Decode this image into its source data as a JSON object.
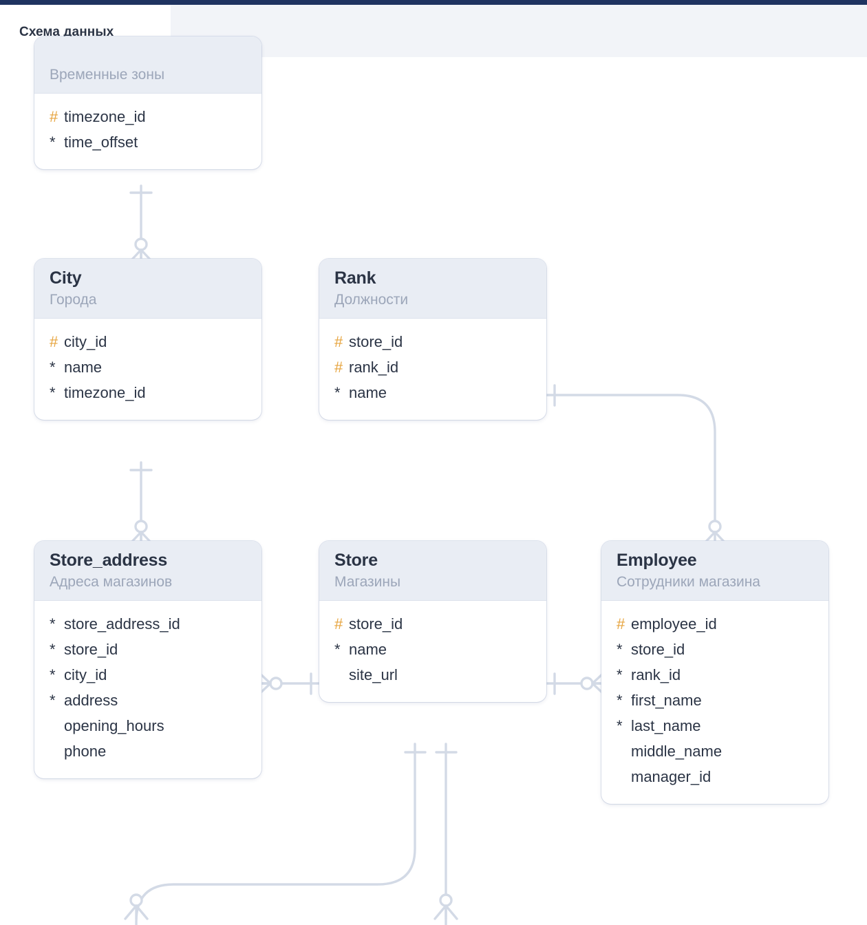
{
  "app": {
    "tab_label": "Схема данных",
    "accent_navy": "#1F3360",
    "header_bg": "#F2F4F8",
    "card_header_bg": "#E9EDF4",
    "pk_color": "#E6A33C",
    "text_color": "#2B3445",
    "caption_color": "#9CA6B9",
    "edge_color": "#D3DAE6"
  },
  "diagram": {
    "type": "er-diagram",
    "notation": "crows-foot",
    "entities": [
      {
        "id": "timezone",
        "name": "",
        "caption": "Временные зоны",
        "clipped_top": true,
        "fields": [
          {
            "mark": "#",
            "kind": "pk",
            "name": "timezone_id"
          },
          {
            "mark": "*",
            "kind": "nn",
            "name": "time_offset"
          }
        ]
      },
      {
        "id": "city",
        "name": "City",
        "caption": "Города",
        "fields": [
          {
            "mark": "#",
            "kind": "pk",
            "name": "city_id"
          },
          {
            "mark": "*",
            "kind": "nn",
            "name": "name"
          },
          {
            "mark": "*",
            "kind": "nn",
            "name": "timezone_id"
          }
        ]
      },
      {
        "id": "rank",
        "name": "Rank",
        "caption": "Должности",
        "fields": [
          {
            "mark": "#",
            "kind": "pk",
            "name": "store_id"
          },
          {
            "mark": "#",
            "kind": "pk",
            "name": "rank_id"
          },
          {
            "mark": "*",
            "kind": "nn",
            "name": "name"
          }
        ]
      },
      {
        "id": "store_address",
        "name": "Store_address",
        "caption": "Адреса магазинов",
        "fields": [
          {
            "mark": "*",
            "kind": "nn",
            "name": "store_address_id"
          },
          {
            "mark": "*",
            "kind": "nn",
            "name": "store_id"
          },
          {
            "mark": "*",
            "kind": "nn",
            "name": "city_id"
          },
          {
            "mark": "*",
            "kind": "nn",
            "name": "address"
          },
          {
            "mark": " ",
            "kind": "opt",
            "name": "opening_hours"
          },
          {
            "mark": " ",
            "kind": "opt",
            "name": "phone"
          }
        ]
      },
      {
        "id": "store",
        "name": "Store",
        "caption": "Магазины",
        "fields": [
          {
            "mark": "#",
            "kind": "pk",
            "name": "store_id"
          },
          {
            "mark": "*",
            "kind": "nn",
            "name": "name"
          },
          {
            "mark": " ",
            "kind": "opt",
            "name": "site_url"
          }
        ]
      },
      {
        "id": "employee",
        "name": "Employee",
        "caption": "Сотрудники магазина",
        "fields": [
          {
            "mark": "#",
            "kind": "pk",
            "name": "employee_id"
          },
          {
            "mark": "*",
            "kind": "nn",
            "name": "store_id"
          },
          {
            "mark": "*",
            "kind": "nn",
            "name": "rank_id"
          },
          {
            "mark": "*",
            "kind": "nn",
            "name": "first_name"
          },
          {
            "mark": "*",
            "kind": "nn",
            "name": "last_name"
          },
          {
            "mark": " ",
            "kind": "opt",
            "name": "middle_name"
          },
          {
            "mark": " ",
            "kind": "opt",
            "name": "manager_id"
          }
        ]
      }
    ],
    "relationships": [
      {
        "from": "timezone",
        "to": "city",
        "from_card": "one",
        "to_card": "zero-or-many"
      },
      {
        "from": "city",
        "to": "store_address",
        "from_card": "one",
        "to_card": "zero-or-many"
      },
      {
        "from": "store",
        "to": "store_address",
        "from_card": "one",
        "to_card": "zero-or-many"
      },
      {
        "from": "store",
        "to": "employee",
        "from_card": "one",
        "to_card": "zero-or-many"
      },
      {
        "from": "rank",
        "to": "employee",
        "from_card": "one",
        "to_card": "zero-or-many"
      },
      {
        "from": "store",
        "to": "offscreen-left",
        "from_card": "one",
        "to_card": "zero-or-many"
      },
      {
        "from": "store",
        "to": "offscreen-down",
        "from_card": "one",
        "to_card": "zero-or-many"
      }
    ]
  }
}
